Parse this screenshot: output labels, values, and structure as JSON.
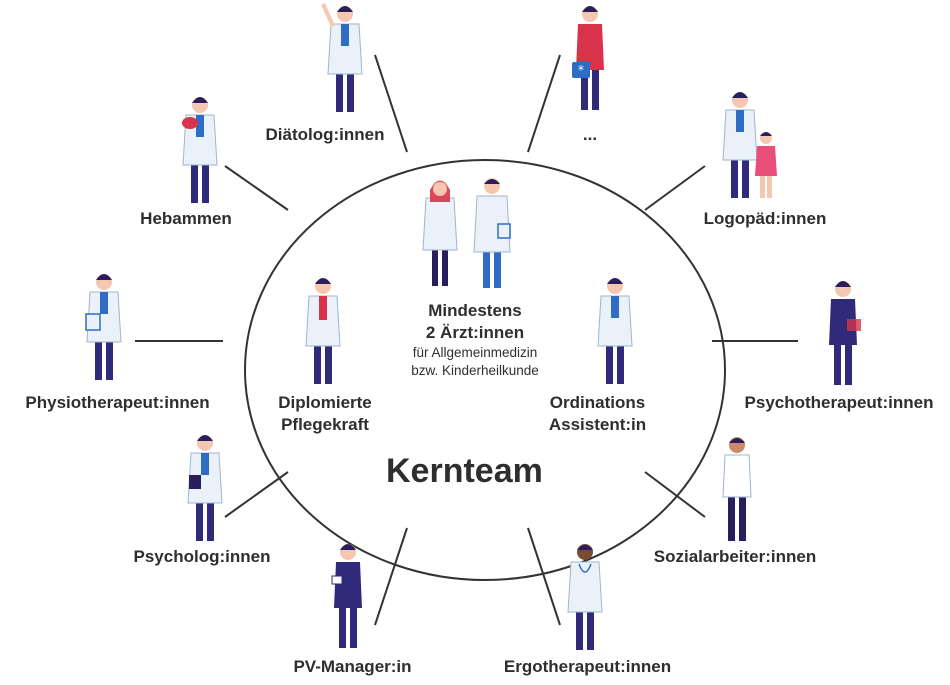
{
  "diagram": {
    "title": "Kernteam",
    "core": {
      "doctors": {
        "line1": "Mindestens",
        "line2": "2 Ärzt:innen",
        "line3": "für Allgemeinmedizin",
        "line4": "bzw. Kinderheilkunde"
      },
      "nurse": {
        "line1": "Diplomierte",
        "line2": "Pflegekraft"
      },
      "assistant": {
        "line1": "Ordinations",
        "line2": "Assistent:in"
      }
    },
    "roles": [
      {
        "label": "Diätolog:innen"
      },
      {
        "label": "..."
      },
      {
        "label": "Hebammen"
      },
      {
        "label": "Logopäd:innen"
      },
      {
        "label": "Physiotherapeut:innen"
      },
      {
        "label": "Psychotherapeut:innen"
      },
      {
        "label": "Psycholog:innen"
      },
      {
        "label": "Sozialarbeiter:innen"
      },
      {
        "label": "PV-Manager:in"
      },
      {
        "label": "Ergotherapeut:innen"
      }
    ],
    "colors": {
      "navy": "#2f2a7a",
      "dark_purple": "#2a1f5c",
      "coat": "#eaf1f8",
      "coat_outline": "#9fb6cc",
      "skin": "#f3c7b0",
      "red": "#d8334a",
      "blue": "#2f6dc4",
      "pink": "#e94f7a",
      "line": "#333333"
    }
  }
}
